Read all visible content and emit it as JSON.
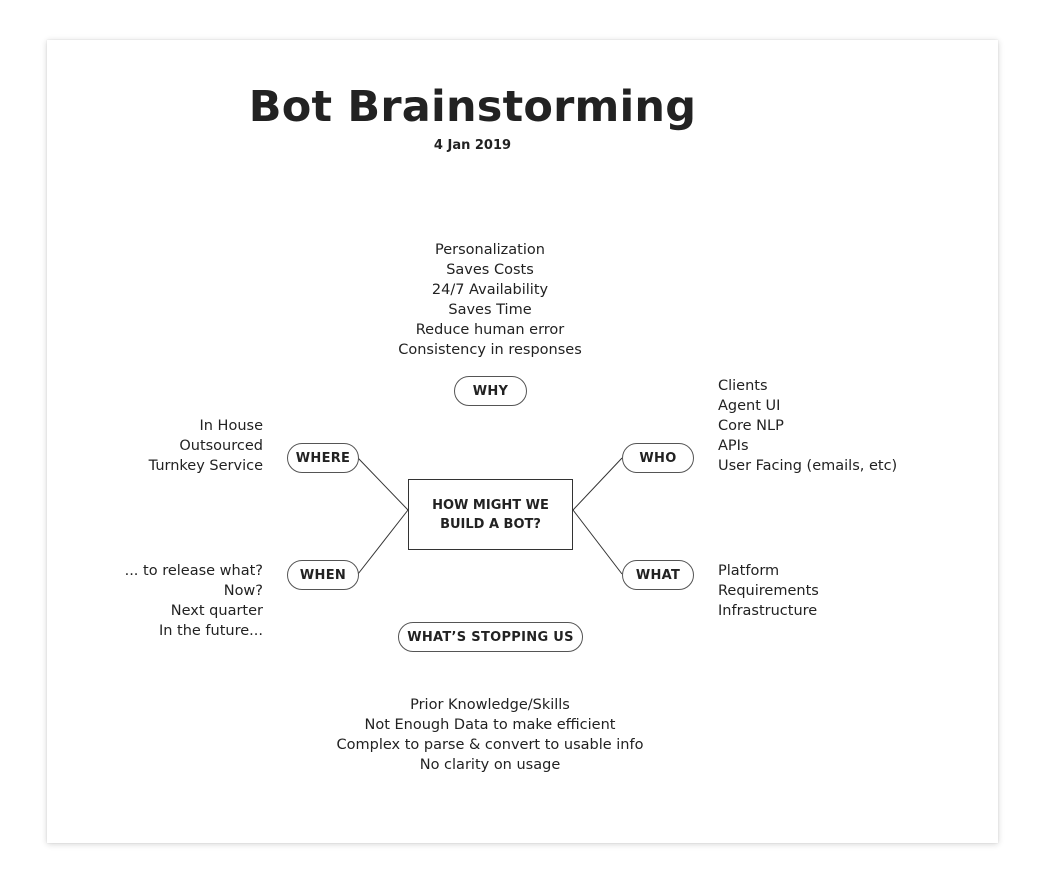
{
  "title": "Bot Brainstorming",
  "date": "4 Jan 2019",
  "center_question": "HOW MIGHT WE\nBUILD A BOT?",
  "branches": {
    "why": {
      "label": "WHY",
      "items": [
        "Personalization",
        "Saves Costs",
        "24/7 Availability",
        "Saves Time",
        "Reduce human error",
        "Consistency in responses"
      ]
    },
    "who": {
      "label": "WHO",
      "items": [
        "Clients",
        "Agent UI",
        "Core NLP",
        "APIs",
        "User Facing (emails, etc)"
      ]
    },
    "where": {
      "label": "WHERE",
      "items": [
        "In House",
        "Outsourced",
        "Turnkey Service"
      ]
    },
    "when": {
      "label": "WHEN",
      "items": [
        "... to release what?",
        "Now?",
        "Next quarter",
        "In the future..."
      ]
    },
    "what": {
      "label": "WHAT",
      "items": [
        "Platform",
        "Requirements",
        "Infrastructure"
      ]
    },
    "stopping": {
      "label": "WHAT’S STOPPING US",
      "items": [
        "Prior Knowledge/Skills",
        "Not Enough Data to make efficient",
        "Complex to parse & convert to usable info",
        "No clarity on usage"
      ]
    }
  },
  "colors": {
    "background": "#ffffff",
    "text": "#222222",
    "stroke": "#555555"
  }
}
